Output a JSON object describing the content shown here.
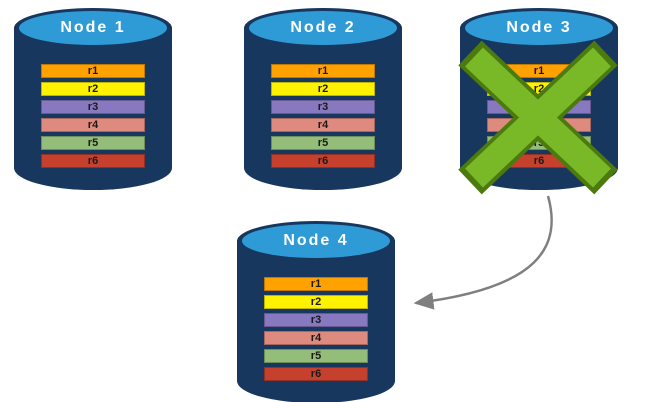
{
  "colors": {
    "cylinder_body": "#17375E",
    "cylinder_top": "#2E9BD6"
  },
  "annotations": {
    "x_color": "#79B928",
    "x_outline_color": "#4C7A0E",
    "arrow_color": "#7F7F7F"
  },
  "nodes": [
    {
      "label": "Node 1",
      "rows": [
        {
          "label": "r1",
          "color": "#FFA200"
        },
        {
          "label": "r2",
          "color": "#FFF200"
        },
        {
          "label": "r3",
          "color": "#8878C0"
        },
        {
          "label": "r4",
          "color": "#DF8A7E"
        },
        {
          "label": "r5",
          "color": "#93BD78"
        },
        {
          "label": "r6",
          "color": "#C6402E"
        }
      ]
    },
    {
      "label": "Node 2",
      "rows": [
        {
          "label": "r1",
          "color": "#FFA200"
        },
        {
          "label": "r2",
          "color": "#FFF200"
        },
        {
          "label": "r3",
          "color": "#8878C0"
        },
        {
          "label": "r4",
          "color": "#DF8A7E"
        },
        {
          "label": "r5",
          "color": "#93BD78"
        },
        {
          "label": "r6",
          "color": "#C6402E"
        }
      ]
    },
    {
      "label": "Node 3",
      "status": "failed",
      "rows": [
        {
          "label": "r1",
          "color": "#FFA200"
        },
        {
          "label": "r2",
          "color": "#FFF200"
        },
        {
          "label": "r3",
          "color": "#8878C0"
        },
        {
          "label": "r4",
          "color": "#DF8A7E"
        },
        {
          "label": "r5",
          "color": "#93BD78"
        },
        {
          "label": "r6",
          "color": "#C6402E"
        }
      ]
    },
    {
      "label": "Node 4",
      "rows": [
        {
          "label": "r1",
          "color": "#FFA200"
        },
        {
          "label": "r2",
          "color": "#FFF200"
        },
        {
          "label": "r3",
          "color": "#8878C0"
        },
        {
          "label": "r4",
          "color": "#DF8A7E"
        },
        {
          "label": "r5",
          "color": "#93BD78"
        },
        {
          "label": "r6",
          "color": "#C6402E"
        }
      ]
    }
  ]
}
